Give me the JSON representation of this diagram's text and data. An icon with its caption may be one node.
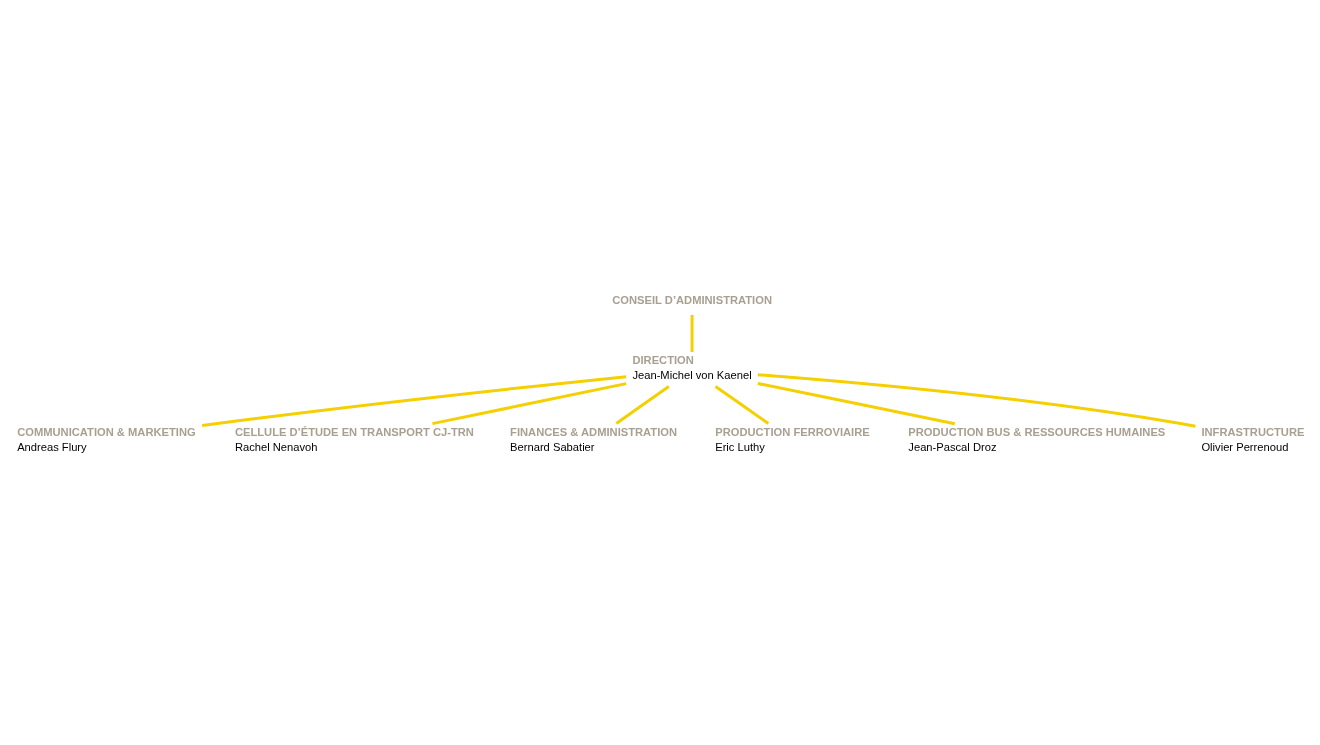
{
  "diagram": {
    "nodes": [
      {
        "text": [
          "CONSEIL D’ADMINISTRATION"
        ]
      },
      {
        "text": [
          "DIRECTION",
          "Jean-Michel von Kaenel"
        ]
      },
      {
        "text": [
          "COMMUNICATION & MARKETING",
          "Andreas Flury"
        ]
      },
      {
        "text": [
          "CELLULE D’ÉTUDE EN TRANSPORT CJ-TRN",
          "Rachel Nenavoh"
        ]
      },
      {
        "text": [
          "FINANCES & ADMINISTRATION",
          "Bernard Sabatier"
        ]
      },
      {
        "text": [
          "PRODUCTION FERROVIAIRE",
          "Eric Luthy"
        ]
      },
      {
        "text": [
          "PRODUCTION BUS & RESSOURCES HUMAINES",
          "Jean-Pascal Droz"
        ]
      },
      {
        "text": [
          "INFRASTRUCTURE",
          "Olivier Perrenoud"
        ]
      }
    ],
    "edges": [
      {
        "from": 0,
        "to": 1,
        "arrow": "none"
      },
      {
        "from": 1,
        "to": 2,
        "arrow": "none"
      },
      {
        "from": 1,
        "to": 3,
        "arrow": "none"
      },
      {
        "from": 1,
        "to": 4,
        "arrow": "none"
      },
      {
        "from": 1,
        "to": 5,
        "arrow": "none"
      },
      {
        "from": 1,
        "to": 6,
        "arrow": "none"
      },
      {
        "from": 1,
        "to": 7,
        "arrow": "none"
      }
    ]
  }
}
